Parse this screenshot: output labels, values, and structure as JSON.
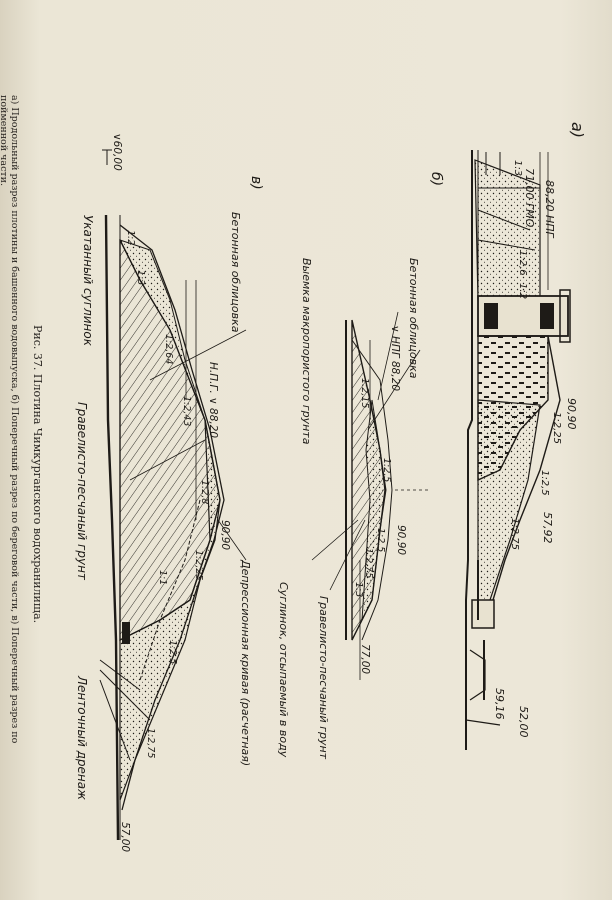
{
  "caption": {
    "title": "Рис. 37. Плотина Чимкурганского водохранилища.",
    "line1": "а) Продольный разрез плотины и башенного водовыпуска, б) Поперечный разрез по береговой части, в) Поперечный разрез по",
    "line2": "пойменной части."
  },
  "panel_a": {
    "letter": "а)",
    "labels": {
      "npg": "88,20 НПГ",
      "gmo": "71,00 ГМО",
      "crest": "90,90",
      "elev_5792": "57,92",
      "elev_5916": "59,16",
      "elev_5200": "52,00"
    },
    "slopes": [
      "1:3",
      "1:2,6",
      "1:2",
      "1:2,25",
      "1:2,5",
      "1:2,75"
    ]
  },
  "panel_b": {
    "letter": "б)",
    "labels": {
      "lining": "Бетонная облицовка",
      "excavation": "Выемка макропористого грунта",
      "npg": "∨ НПГ 88,20",
      "crest": "90,90",
      "base": "77,00",
      "gravel": "Гравелисто-песчаный грунт",
      "loam": "Суглинок, отсыпаемый в воду"
    },
    "slopes": [
      "1:2,5",
      "1:2,15",
      "1:2,5",
      "1:2,75",
      "1:3"
    ]
  },
  "panel_c": {
    "letter": "в)",
    "labels": {
      "elev_left": "∨60,00",
      "lining": "Бетонная облицовка",
      "npg": "Н.П.Г. ∨ 88,20",
      "crest": "90,90",
      "compacted_loam": "Укатанный суглинок",
      "gravel": "Гравелисто-песчаный грунт",
      "depression": "Депрессионная кривая (расчетная)",
      "drain": "Ленточный дренаж",
      "elev_right": "57,00"
    },
    "slopes": [
      "1:2",
      "1:3",
      "1:2,64",
      "1:2,43",
      "1:2,8",
      "1:2,25",
      "1:1",
      "1:2,5",
      "1:2,75"
    ]
  }
}
